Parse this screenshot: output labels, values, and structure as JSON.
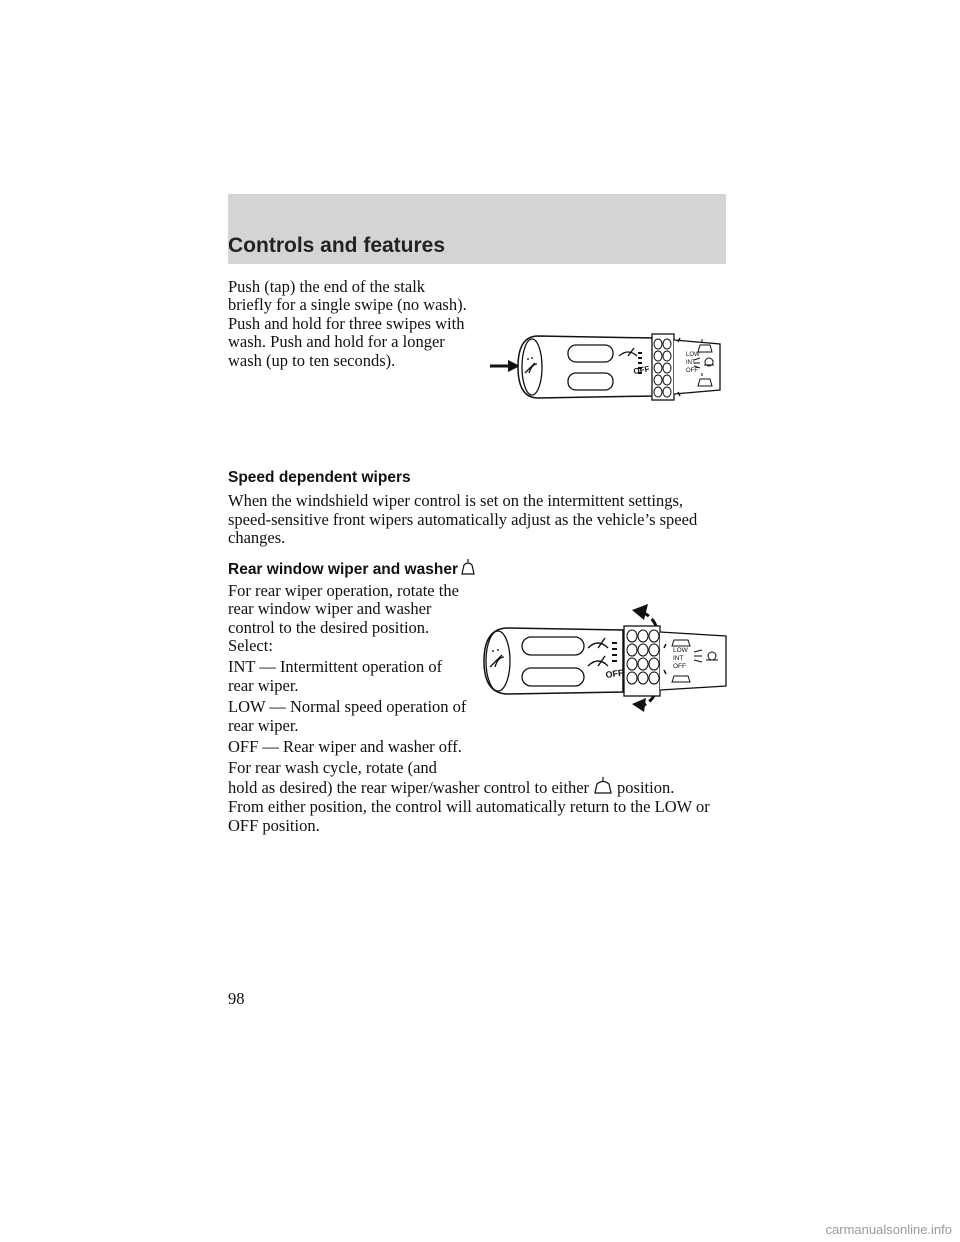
{
  "header": {
    "section_title": "Controls and features"
  },
  "intro": {
    "lines": [
      "Push (tap) the end of the stalk",
      "briefly for a single swipe (no wash).",
      "Push and hold for three swipes with",
      "wash. Push and hold for a longer",
      "wash (up to ten seconds)."
    ]
  },
  "speed_wipers": {
    "heading": "Speed dependent wipers",
    "lines": [
      "When the windshield wiper control is set on the intermittent settings,",
      "speed-sensitive front wipers automatically adjust as the vehicle’s speed",
      "changes."
    ]
  },
  "rear": {
    "heading": "Rear window wiper and washer",
    "heading_icon": "rear-washer-icon",
    "intro_lines": [
      "For rear wiper operation, rotate the",
      "rear window wiper and washer",
      "control to the desired position.",
      "Select:"
    ],
    "int_lines": [
      "INT — Intermittent operation of",
      "rear wiper."
    ],
    "low_lines": [
      "LOW — Normal speed operation of",
      "rear wiper."
    ],
    "off_line": "OFF — Rear wiper and washer off.",
    "wash_line1": "For rear wash cycle, rotate (and",
    "wash_line2_a": "hold as desired) the rear wiper/washer control to either",
    "wash_line2_b": "position.",
    "return_lines": [
      "From either position, the control will automatically return to the LOW or",
      "OFF position."
    ]
  },
  "figure1": {
    "labels": {
      "low": "LOW",
      "int": "INT",
      "off": "OFF",
      "off_big": "OFF"
    }
  },
  "figure2": {
    "labels": {
      "low": "LOW",
      "int": "INT",
      "off": "OFF",
      "off_big": "OFF"
    }
  },
  "page_number": "98",
  "watermark": "carmanualsonline.info"
}
